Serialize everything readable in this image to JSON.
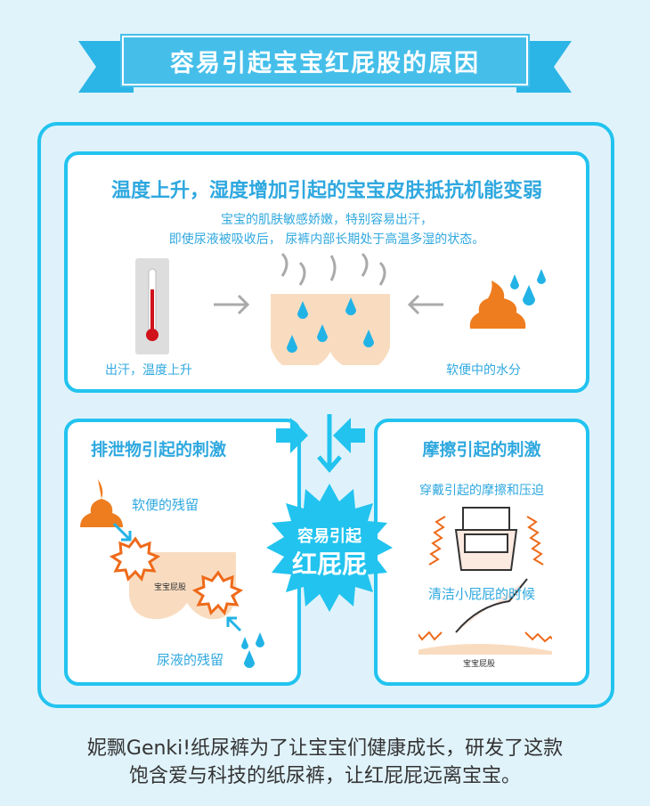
{
  "title": "容易引起宝宝红屁股的原因",
  "top": {
    "heading": "温度上升，湿度增加引起的宝宝皮肤抵抗机能变弱",
    "desc1": "宝宝的肌肤敏感娇嫩，特别容易出汗，",
    "desc2": "即使尿液被吸收后， 尿裤内部长期处于高温多湿的状态。",
    "left_caption": "出汗，温度上升",
    "right_caption": "软便中的水分"
  },
  "left": {
    "heading": "排泄物引起的刺激",
    "stool": "软便的残留",
    "bottom_label": "宝宝屁股",
    "urine": "尿液的残留"
  },
  "center": {
    "line1": "容易引起",
    "line2": "红屁屁"
  },
  "right": {
    "heading": "摩擦引起的刺激",
    "sub1": "穿戴引起的摩擦和压迫",
    "sub2": "清洁小屁屁的时候",
    "bottom_label": "宝宝屁股"
  },
  "footer": {
    "line1": "妮飘Genki!纸尿裤为了让宝宝们健康成长，研发了这款",
    "line2": "饱含爱与科技的纸尿裤，让红屁屁远离宝宝。"
  },
  "colors": {
    "cyan": "#22c3ef",
    "orange": "#ee7d1f",
    "skin": "#f9dcc0"
  }
}
